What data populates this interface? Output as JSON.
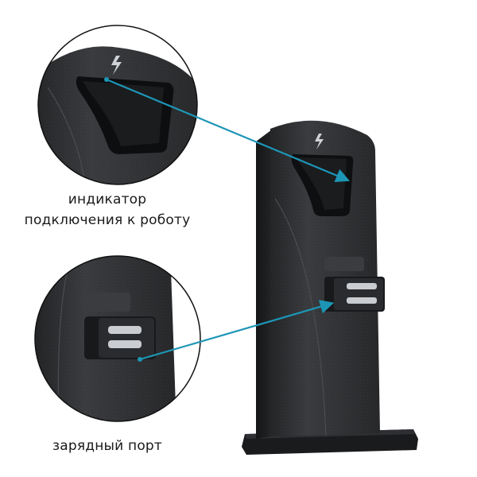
{
  "captions": {
    "indicator_line1": "индикатор",
    "indicator_line2": "подключения к роботу",
    "charging_port": "зарядный порт"
  },
  "colors": {
    "background": "#ffffff",
    "station_body": "#2b2c2e",
    "station_dark": "#1c1d1f",
    "accent_arrow": "#1d96b6",
    "contacts": "#c9ccd0"
  },
  "icons": {
    "logo": "lightning-bolt-icon"
  }
}
